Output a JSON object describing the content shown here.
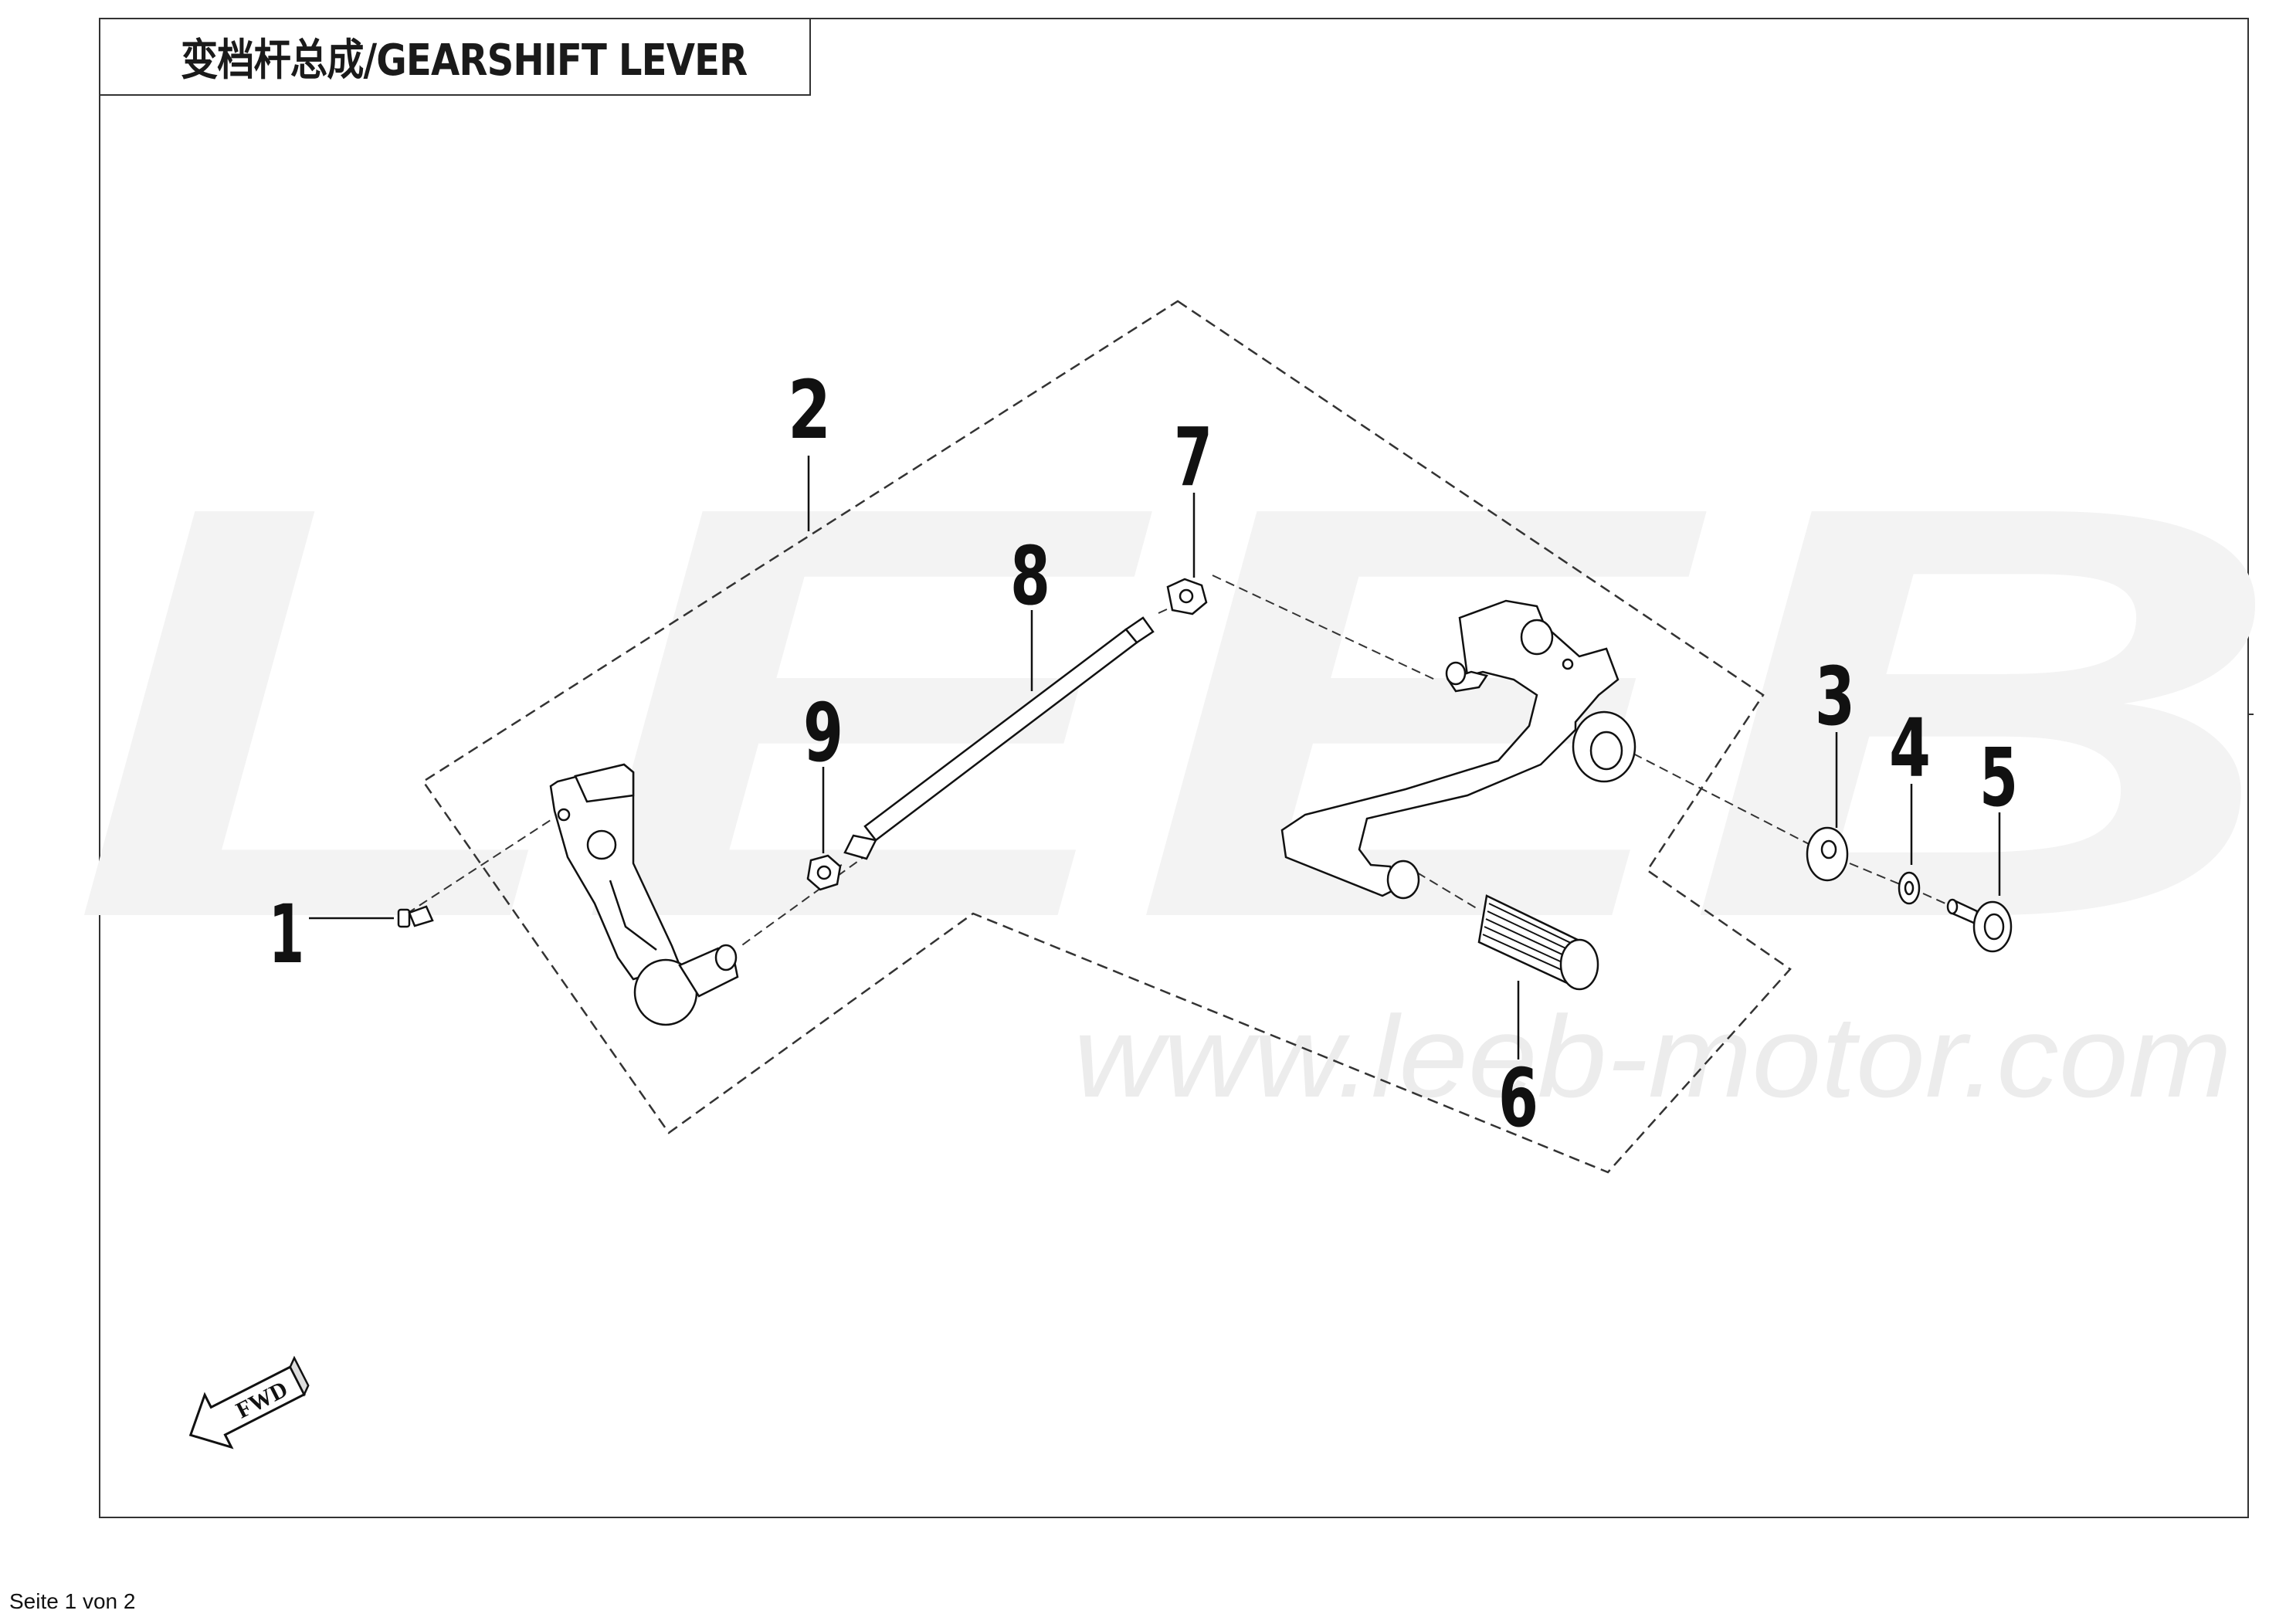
{
  "title": "变档杆总成/GEARSHIFT LEVER",
  "watermark": {
    "logo_text": "LEEB",
    "url": "www.leeb-motor.com"
  },
  "direction_marker": "FWD",
  "callouts": [
    "1",
    "2",
    "3",
    "4",
    "5",
    "6",
    "7",
    "8",
    "9"
  ],
  "footer": "Seite 1 von 2"
}
